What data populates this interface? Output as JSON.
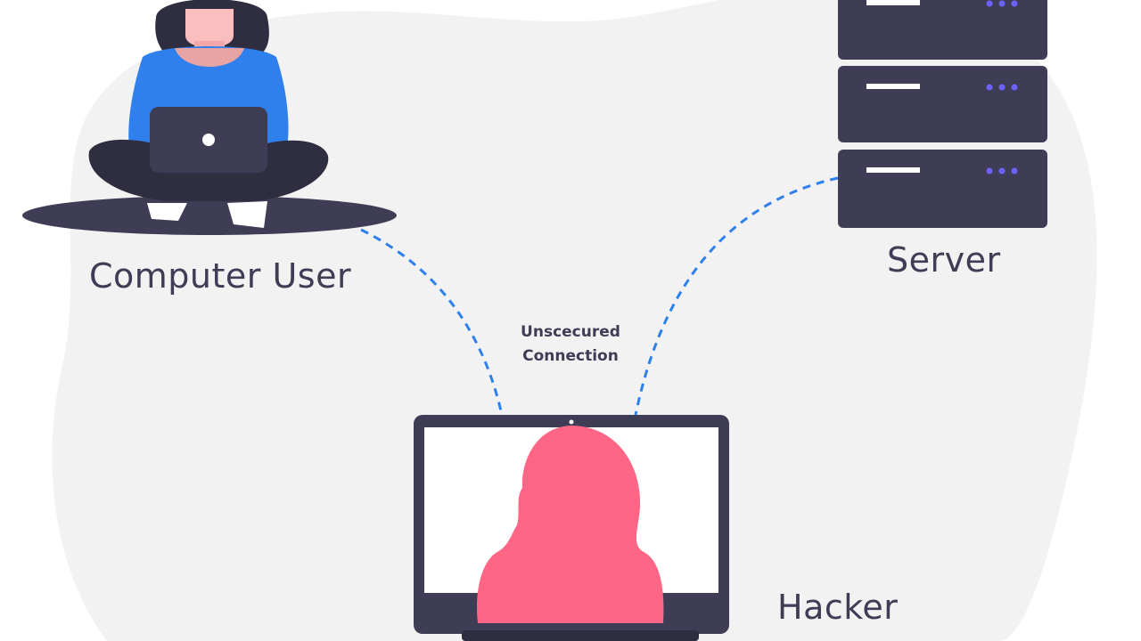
{
  "labels": {
    "computer_user": "Computer User",
    "server": "Server",
    "hacker": "Hacker",
    "connection_line1": "Unscecured",
    "connection_line2": "Connection"
  },
  "colors": {
    "background_blob": "#f2f2f2",
    "dark": "#3f3d56",
    "shadow": "#2f2e41",
    "shirt_blue": "#2f80ed",
    "skin": "#fbbebe",
    "hacker_pink": "#ff6584",
    "dashed_line": "#2f80ed",
    "server_dots": "#6c63ff",
    "screen": "#ffffff"
  },
  "icons": {
    "user": "person-with-laptop-icon",
    "server": "server-rack-icon",
    "hacker": "hooded-hacker-monitor-icon"
  }
}
